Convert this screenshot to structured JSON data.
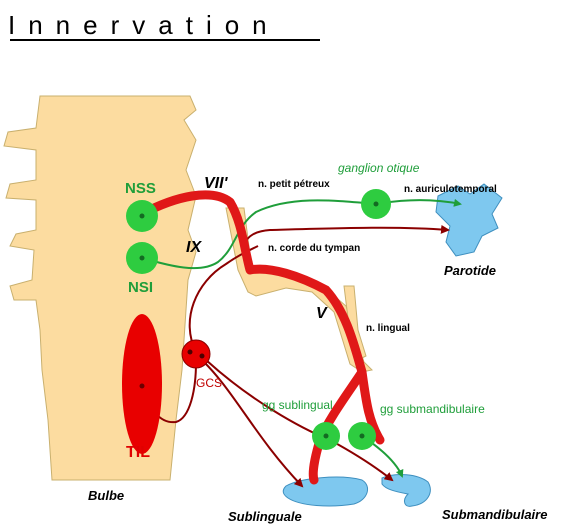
{
  "title": "Innervation",
  "nuclei": {
    "nss": "NSS",
    "nsi": "NSI",
    "til": "TIL"
  },
  "nerves": {
    "vii": "VII'",
    "ix": "IX",
    "v": "V",
    "petit_petreux": "n. petit pétreux",
    "auriculotemporal": "n. auriculotemporal",
    "corde_tympan": "n. corde du tympan",
    "lingual": "n. lingual"
  },
  "ganglia": {
    "otique": "ganglion otique",
    "gcs": "GCS",
    "sublingual": "gg sublingual",
    "submandibulaire": "gg submandibulaire"
  },
  "structures": {
    "bulbe": "Bulbe",
    "parotide": "Parotide",
    "sublinguale": "Sublinguale",
    "submandibulaire": "Submandibulaire"
  },
  "colors": {
    "bulbe_fill": "#fcdca0",
    "gland_fill": "#7ec8ef",
    "nucleus_green": "#2ecc40",
    "nucleus_red": "#e80000",
    "nerve_red": "#e01818",
    "nerve_dark_red": "#8b0000",
    "nerve_green": "#1f9e3a"
  }
}
